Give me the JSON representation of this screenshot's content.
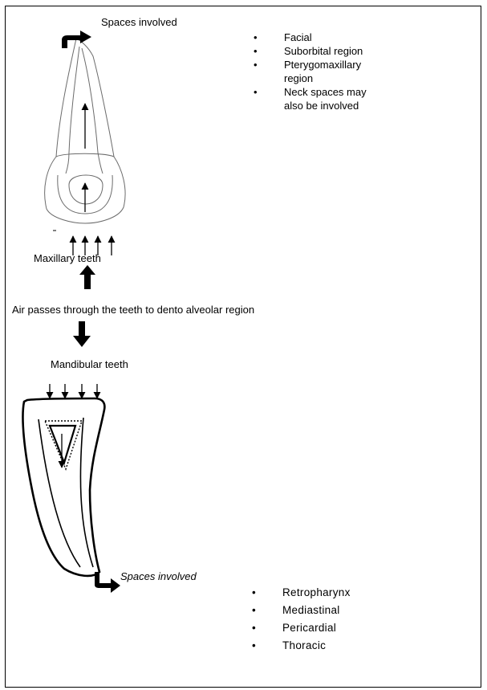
{
  "top": {
    "heading": "Spaces involved",
    "items": [
      "Facial",
      "Suborbital region",
      "Pterygomaxillary region",
      "Neck spaces may also be involved"
    ]
  },
  "maxillary_label": "Maxillary teeth",
  "air_label": "Air passes through the teeth to dento alveolar region",
  "mandibular_label": "Mandibular teeth",
  "bottom": {
    "heading": "Spaces involved",
    "items": [
      "Retropharynx",
      "Mediastinal",
      "Pericardial",
      "Thoracic"
    ]
  }
}
